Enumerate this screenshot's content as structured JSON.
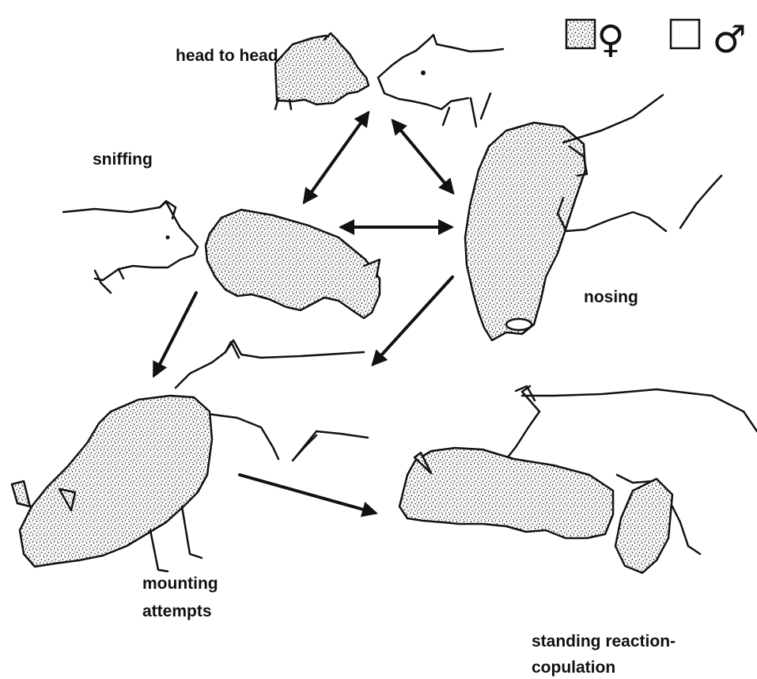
{
  "labels": {
    "head_to_head": "head to head",
    "sniffing": "sniffing",
    "nosing": "nosing",
    "mounting_line1": "mounting",
    "mounting_line2": "attempts",
    "standing_line1": "standing reaction-",
    "standing_line2": "copulation"
  },
  "legend": {
    "female_symbol": "♀",
    "male_symbol": "♂",
    "female_fill": "stippled",
    "male_fill": "white"
  },
  "colors": {
    "ink": "#111111",
    "background": "#ffffff"
  }
}
